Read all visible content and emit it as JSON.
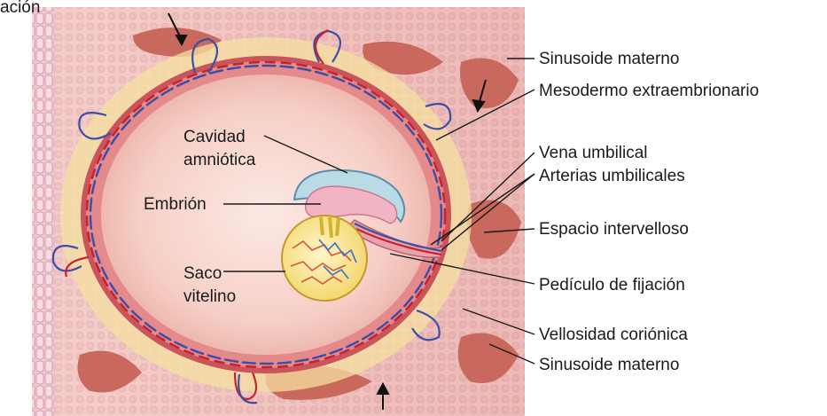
{
  "figure": {
    "corner_text": "ación",
    "labels_left": {
      "cavidad_line1": "Cavidad",
      "cavidad_line2": "amniótica",
      "embrion": "Embrión",
      "saco_line1": "Saco",
      "saco_line2": "vitelino"
    },
    "labels_right": {
      "sinusoide_top": "Sinusoide materno",
      "mesodermo": "Mesodermo extraembrionario",
      "vena": "Vena umbilical",
      "arterias": "Arterias umbilicales",
      "espacio": "Espacio intervelloso",
      "pediculo": "Pedículo de fijación",
      "vellosidad": "Vellosidad coriónica",
      "sinusoide_bottom": "Sinusoide materno"
    }
  }
}
